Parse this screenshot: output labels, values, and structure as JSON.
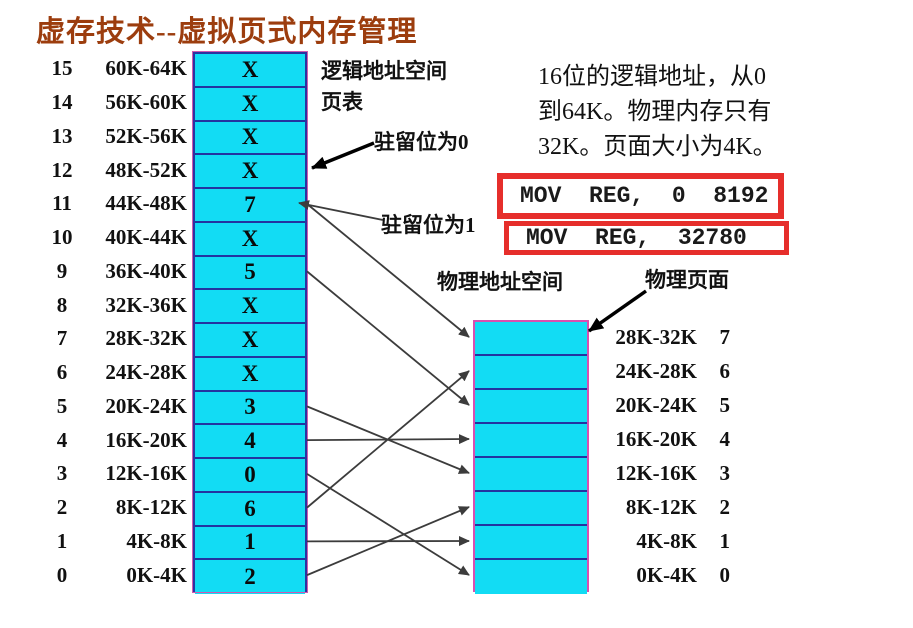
{
  "title": "虚存技术--虚拟页式内存管理",
  "note": {
    "lines": [
      "16位的逻辑地址，从0",
      "到64K。物理内存只有",
      "32K。页面大小为4K。"
    ]
  },
  "instructions": [
    {
      "text": "MOV  REG,  0  8192"
    },
    {
      "text": "MOV  REG,  32780"
    }
  ],
  "page_table": {
    "label_space": "逻辑地址空间",
    "label_table": "页表",
    "annotation_absent": "驻留位为0",
    "annotation_present": "驻留位为1",
    "rows": [
      {
        "index": 15,
        "range": "60K-64K",
        "value": "X"
      },
      {
        "index": 14,
        "range": "56K-60K",
        "value": "X"
      },
      {
        "index": 13,
        "range": "52K-56K",
        "value": "X"
      },
      {
        "index": 12,
        "range": "48K-52K",
        "value": "X"
      },
      {
        "index": 11,
        "range": "44K-48K",
        "value": "7"
      },
      {
        "index": 10,
        "range": "40K-44K",
        "value": "X"
      },
      {
        "index": 9,
        "range": "36K-40K",
        "value": "5"
      },
      {
        "index": 8,
        "range": "32K-36K",
        "value": "X"
      },
      {
        "index": 7,
        "range": "28K-32K",
        "value": "X"
      },
      {
        "index": 6,
        "range": "24K-28K",
        "value": "X"
      },
      {
        "index": 5,
        "range": "20K-24K",
        "value": "3"
      },
      {
        "index": 4,
        "range": "16K-20K",
        "value": "4"
      },
      {
        "index": 3,
        "range": "12K-16K",
        "value": "0"
      },
      {
        "index": 2,
        "range": "8K-12K",
        "value": "6"
      },
      {
        "index": 1,
        "range": "4K-8K",
        "value": "1"
      },
      {
        "index": 0,
        "range": "0K-4K",
        "value": "2"
      }
    ]
  },
  "physical": {
    "label_space": "物理地址空间",
    "label_page": "物理页面",
    "frames": [
      {
        "range": "28K-32K",
        "number": "7"
      },
      {
        "range": "24K-28K",
        "number": "6"
      },
      {
        "range": "20K-24K",
        "number": "5"
      },
      {
        "range": "16K-20K",
        "number": "4"
      },
      {
        "range": "12K-16K",
        "number": "3"
      },
      {
        "range": "8K-12K",
        "number": "2"
      },
      {
        "range": "4K-8K",
        "number": "1"
      },
      {
        "range": "0K-4K",
        "number": "0"
      }
    ]
  },
  "mappings": [
    {
      "from": 11,
      "to": 7
    },
    {
      "from": 9,
      "to": 5
    },
    {
      "from": 5,
      "to": 3
    },
    {
      "from": 4,
      "to": 4
    },
    {
      "from": 3,
      "to": 0
    },
    {
      "from": 2,
      "to": 6
    },
    {
      "from": 1,
      "to": 1
    },
    {
      "from": 0,
      "to": 2
    }
  ],
  "colors": {
    "cell_fill": "#12dcf4",
    "cell_border": "#2334a0",
    "stack_outline": "#d94fb0",
    "red_box": "#e62e2b",
    "title": "#9c3d0e",
    "arrow": "#3c3c3c"
  }
}
